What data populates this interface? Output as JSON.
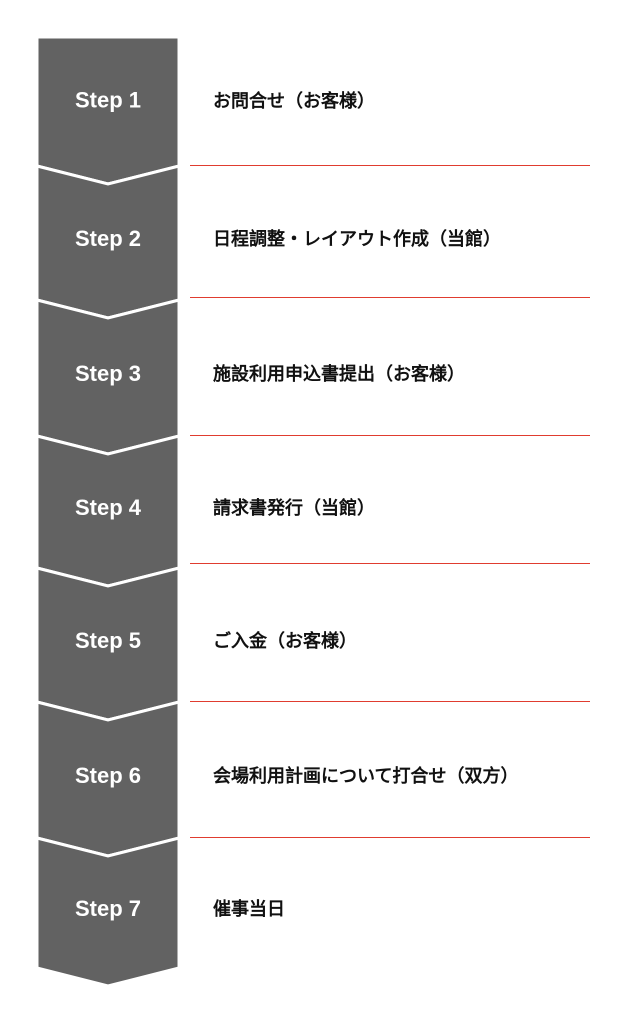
{
  "colors": {
    "chevron_fill": "#626262",
    "chevron_separator": "#ffffff",
    "step_label": "#ffffff",
    "description_text": "#111111",
    "divider": "#e03c2f"
  },
  "steps": [
    {
      "label": "Step 1",
      "description": "お問合せ（お客様）"
    },
    {
      "label": "Step 2",
      "description": "日程調整・レイアウト作成（当館）"
    },
    {
      "label": "Step 3",
      "description": "施設利用申込書提出（お客様）"
    },
    {
      "label": "Step 4",
      "description": "請求書発行（当館）"
    },
    {
      "label": "Step 5",
      "description": "ご入金（お客様）"
    },
    {
      "label": "Step 6",
      "description": "会場利用計画について打合せ（双方）"
    },
    {
      "label": "Step 7",
      "description": "催事当日"
    }
  ]
}
